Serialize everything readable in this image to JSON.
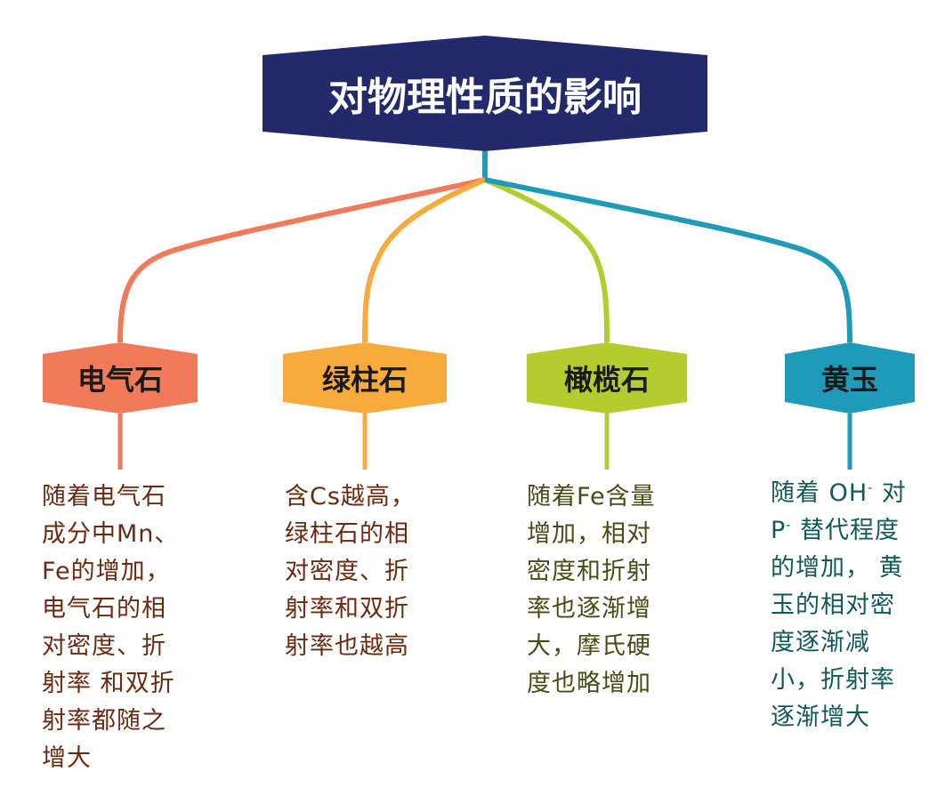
{
  "root": {
    "title": "对物理性质的影响",
    "color": "#232a6b"
  },
  "branches": [
    {
      "title": "电气石",
      "color": "#f07a5a",
      "text_color": "#6b2a10",
      "description": "随着电气石\n成分中Mn、\nFe的增加，\n电气石的相\n对密度、折\n射率 和双折\n射率都随之\n增大"
    },
    {
      "title": "绿柱石",
      "color": "#f8aa3c",
      "text_color": "#6b2a10",
      "description": "含Cs越高，\n绿柱石的相\n对密度、折\n射率和双折\n射率也越高"
    },
    {
      "title": "橄榄石",
      "color": "#b5cc2e",
      "text_color": "#4a4a15",
      "description": "随着Fe含量\n增加，相对\n密度和折射\n率也逐渐增\n大，摩氏硬\n度也略增加"
    },
    {
      "title": "黄玉",
      "color": "#1f9ab8",
      "text_color": "#125a5a",
      "description_parts": {
        "line1_pre": "随着 OH",
        "line1_sup": "-",
        "line1_post": " 对",
        "line2_pre": "P",
        "line2_sup": "-",
        "line2_post": " 替代程度",
        "rest": "的增加， 黄\n玉的相对密\n度逐渐减\n小，折射率\n逐渐增大"
      }
    }
  ]
}
